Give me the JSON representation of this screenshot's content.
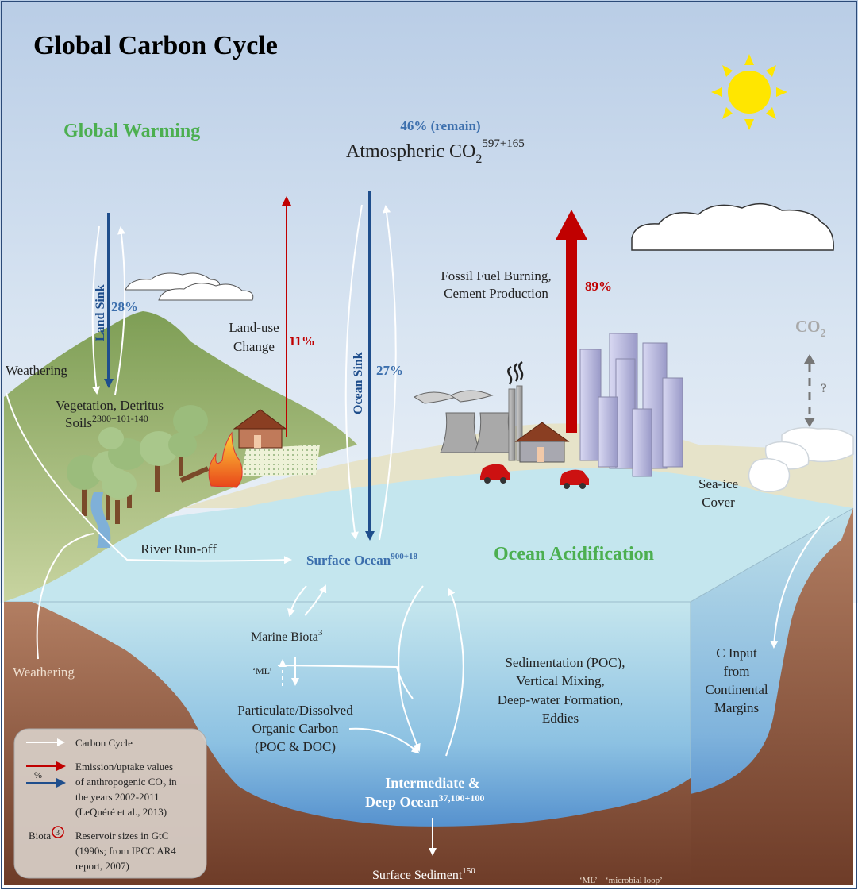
{
  "title": "Global Carbon Cycle",
  "headings": {
    "global_warming": "Global Warming",
    "ocean_acidification": "Ocean Acidification"
  },
  "atmosphere": {
    "remain_pct": "46% (remain)",
    "label": "Atmospheric CO",
    "sub": "2",
    "sup": "597+165"
  },
  "land_sink": {
    "label": "Land Sink",
    "pct": "28%"
  },
  "land_use": {
    "line1": "Land-use",
    "line2": "Change",
    "pct": "11%"
  },
  "ocean_sink": {
    "label": "Ocean Sink",
    "pct": "27%"
  },
  "fossil": {
    "line1": "Fossil Fuel Burning,",
    "line2": "Cement Production",
    "pct": "89%"
  },
  "co2_right": {
    "label": "CO",
    "sub": "2",
    "question": "?"
  },
  "weathering_top": "Weathering",
  "weathering_bottom": "Weathering",
  "vegetation": {
    "line1": "Vegetation, Detritus",
    "line2": "Soils",
    "sup": "2300+101-140"
  },
  "river": "River Run-off",
  "surface_ocean": {
    "label": "Surface Ocean",
    "sup": "900+18"
  },
  "sea_ice": {
    "line1": "Sea-ice",
    "line2": "Cover"
  },
  "marine_biota": {
    "label": "Marine Biota",
    "sup": "3"
  },
  "ml": "‘ML’",
  "poc": {
    "line1": "Particulate/Dissolved",
    "line2": "Organic Carbon",
    "line3": "(POC & DOC)"
  },
  "sedimentation": {
    "line1": "Sedimentation (POC),",
    "line2": "Vertical Mixing,",
    "line3": "Deep-water Formation,",
    "line4": "Eddies"
  },
  "c_input": {
    "line1": "C Input",
    "line2": "from",
    "line3": "Continental",
    "line4": "Margins"
  },
  "deep_ocean": {
    "line1": "Intermediate &",
    "line2": "Deep Ocean",
    "sup": "37,100+100"
  },
  "surface_sediment": {
    "label": "Surface Sediment",
    "sup": "150"
  },
  "ml_note": "‘ML’ – ‘microbial loop’",
  "legend": {
    "carbon_cycle": "Carbon Cycle",
    "pct_symbol": "%",
    "emission_line1": "Emission/uptake values",
    "emission_line2a": "of anthropogenic CO",
    "emission_line2_sub": "2",
    "emission_line2b": " in",
    "emission_line3": "the years 2002-2011",
    "emission_line4": "(LeQuéré et al., 2013)",
    "biota_word": "Biota",
    "biota_num": "3",
    "reservoir_line1": "Reservoir sizes in GtC",
    "reservoir_line2": "(1990s; from IPCC AR4",
    "reservoir_line3": "report, 2007)"
  },
  "colors": {
    "red_arrow": "#c00000",
    "blue_arrow": "#1f4e8c",
    "green_text": "#4caf50",
    "blue_text": "#3c6fad",
    "sun": "#ffe600"
  }
}
